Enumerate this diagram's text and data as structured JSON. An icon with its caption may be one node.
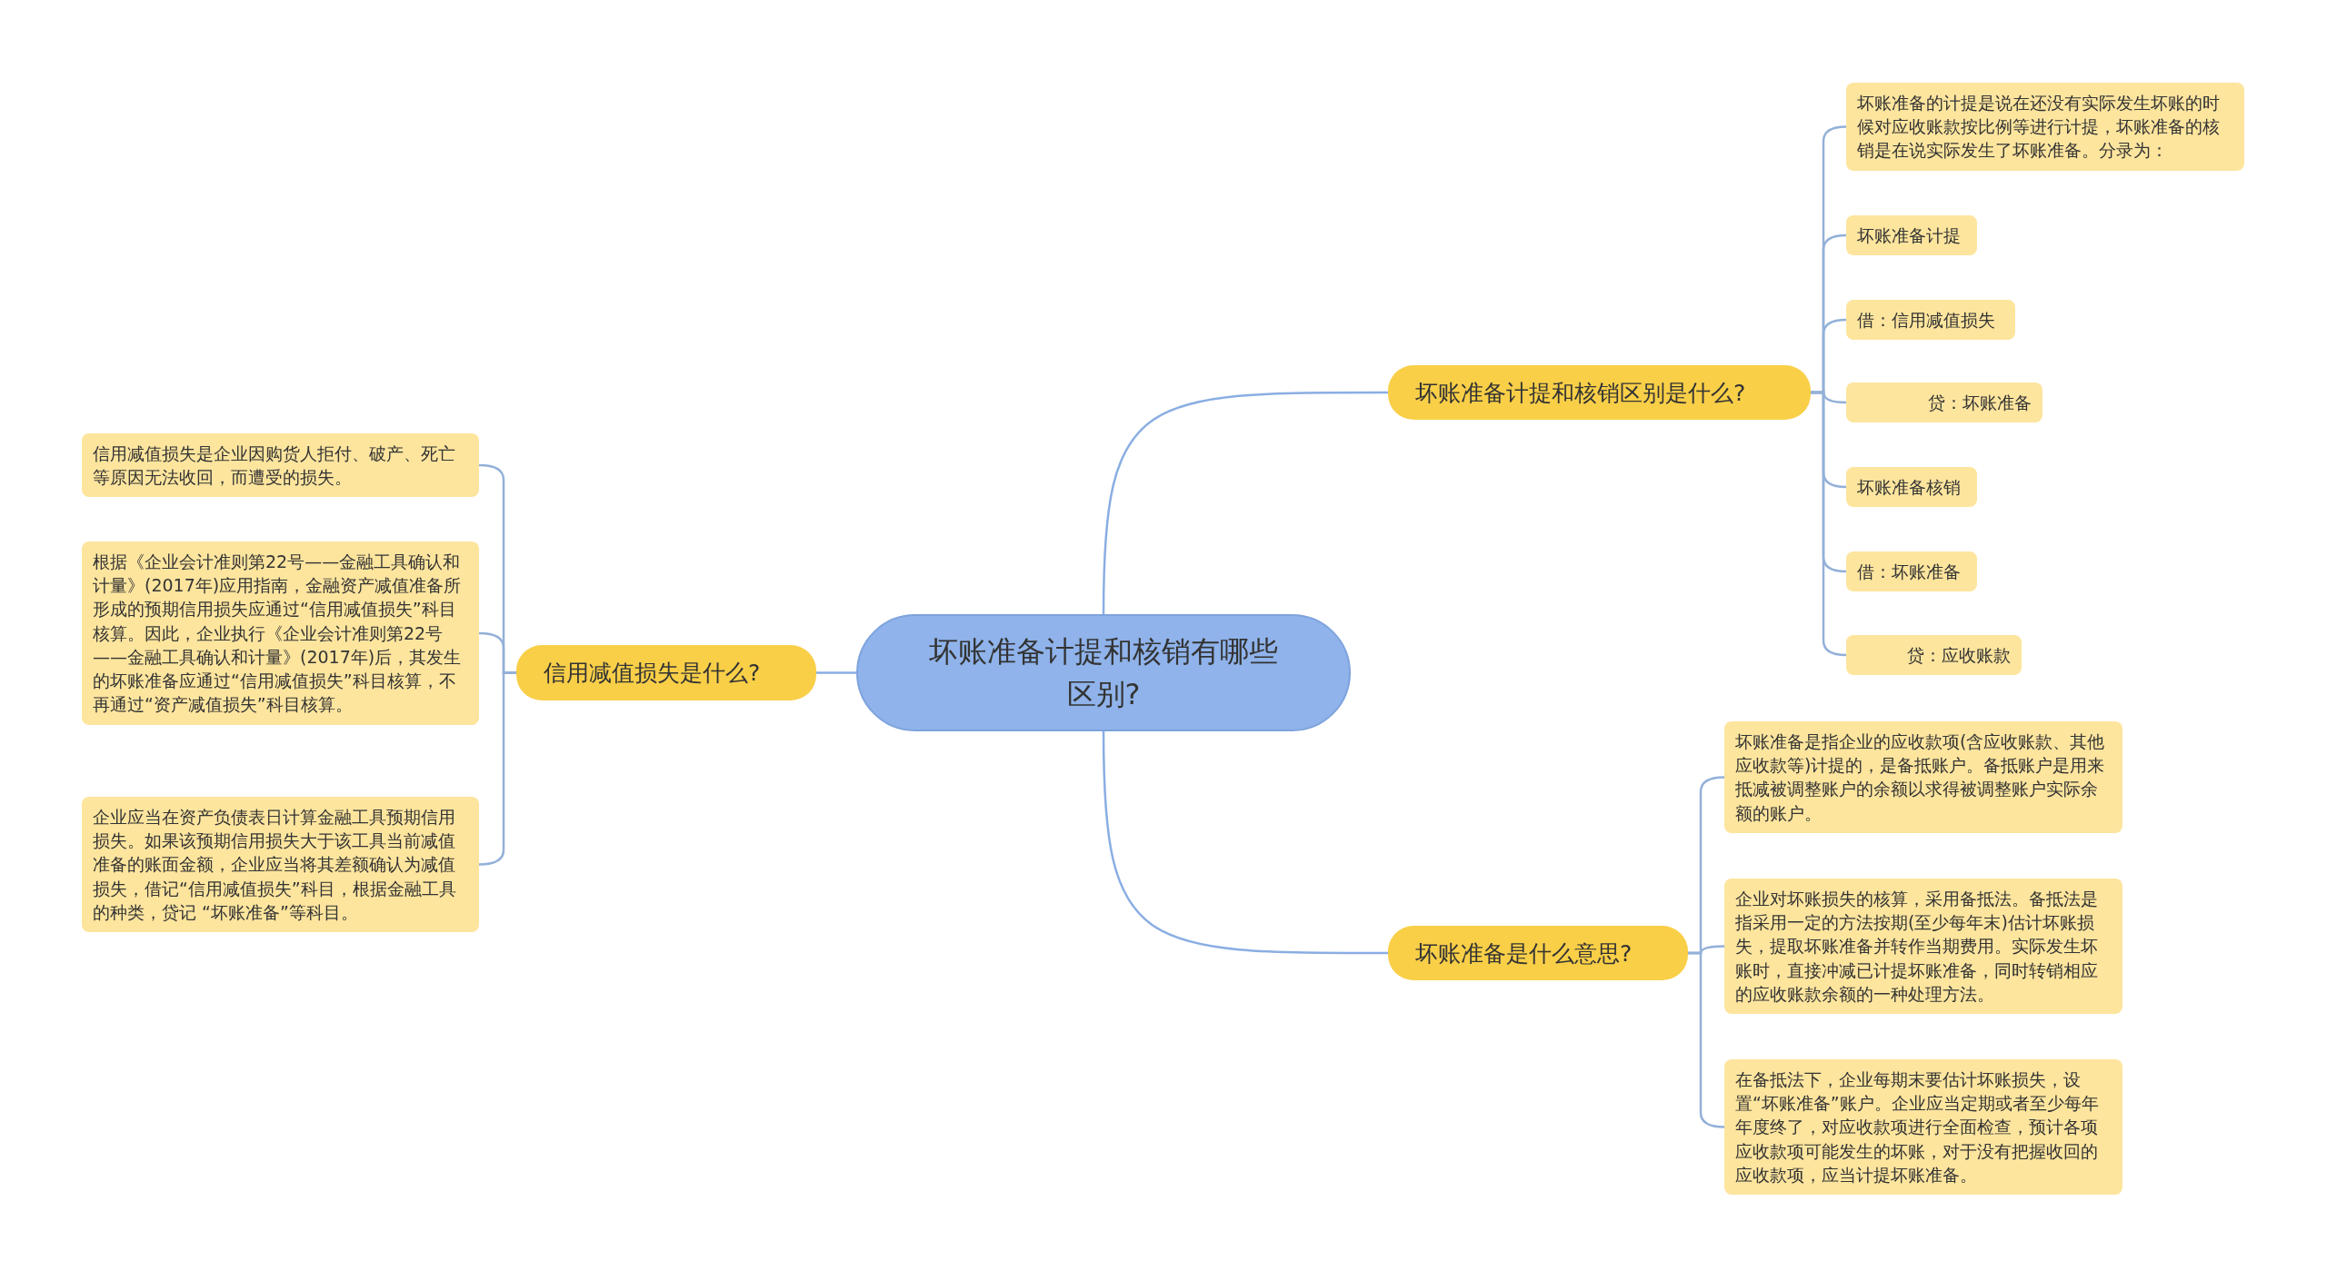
{
  "diagram": {
    "nodes": [
      {
        "text": [
          "坏账准备计提和核销有哪些区别?"
        ]
      },
      {
        "text": [
          "坏账准备计提和核销区别是什么?"
        ]
      },
      {
        "text": [
          "坏账准备的计提是说在还没有实际发生坏账的时候对应收账款按比例等进行计提，坏账准备的核销是在说实际发生了坏账准备。分录为："
        ]
      },
      {
        "text": [
          "坏账准备计提"
        ]
      },
      {
        "text": [
          "借：信用减值损失"
        ]
      },
      {
        "text": [
          "贷：坏账准备"
        ]
      },
      {
        "text": [
          "坏账准备核销"
        ]
      },
      {
        "text": [
          "借：坏账准备"
        ]
      },
      {
        "text": [
          "贷：应收账款"
        ]
      },
      {
        "text": [
          "坏账准备是什么意思?"
        ]
      },
      {
        "text": [
          "坏账准备是指企业的应收款项(含应收账款、其他应收款等)计提的，是备抵账户。备抵账户是用来抵减被调整账户的余额以求得被调整账户实际余额的账户。"
        ]
      },
      {
        "text": [
          "企业对坏账损失的核算，采用备抵法。备抵法是指采用一定的方法按期(至少每年末)估计坏账损失，提取坏账准备并转作当期费用。实际发生坏账时，直接冲减已计提坏账准备，同时转销相应的应收账款余额的一种处理方法。"
        ]
      },
      {
        "text": [
          "在备抵法下，企业每期末要估计坏账损失，设置“坏账准备”账户。企业应当定期或者至少每年年度终了，对应收款项进行全面检查，预计各项应收款项可能发生的坏账，对于没有把握收回的应收款项，应当计提坏账准备。"
        ]
      },
      {
        "text": [
          "信用减值损失是什么?"
        ]
      },
      {
        "text": [
          "信用减值损失是企业因购货人拒付、破产、死亡等原因无法收回，而遭受的损失。"
        ]
      },
      {
        "text": [
          "根据《企业会计准则第22号——金融工具确认和计量》(2017年)应用指南，金融资产减值准备所形成的预期信用损失应通过“信用减值损失”科目核算。因此，企业执行《企业会计准则第22号——金融工具确认和计量》(2017年)后，其发生的坏账准备应通过“信用减值损失”科目核算，不再通过“资产减值损失”科目核算。"
        ]
      },
      {
        "text": [
          "企业应当在资产负债表日计算金融工具预期信用损失。如果该预期信用损失大于该工具当前减值准备的账面金额，企业应当将其差额确认为减值损失，借记“信用减值损失”科目，根据金融工具的种类，贷记 “坏账准备”等科目。"
        ]
      }
    ],
    "edges": [
      {
        "from": 0,
        "to": 1,
        "arrow": "none"
      },
      {
        "from": 1,
        "to": 2,
        "arrow": "none"
      },
      {
        "from": 1,
        "to": 3,
        "arrow": "none"
      },
      {
        "from": 1,
        "to": 4,
        "arrow": "none"
      },
      {
        "from": 1,
        "to": 5,
        "arrow": "none"
      },
      {
        "from": 1,
        "to": 6,
        "arrow": "none"
      },
      {
        "from": 1,
        "to": 7,
        "arrow": "none"
      },
      {
        "from": 1,
        "to": 8,
        "arrow": "none"
      },
      {
        "from": 0,
        "to": 9,
        "arrow": "none"
      },
      {
        "from": 9,
        "to": 10,
        "arrow": "none"
      },
      {
        "from": 9,
        "to": 11,
        "arrow": "none"
      },
      {
        "from": 9,
        "to": 12,
        "arrow": "none"
      },
      {
        "from": 0,
        "to": 13,
        "arrow": "none"
      },
      {
        "from": 13,
        "to": 14,
        "arrow": "none"
      },
      {
        "from": 13,
        "to": 15,
        "arrow": "none"
      },
      {
        "from": 13,
        "to": 16,
        "arrow": "none"
      }
    ]
  }
}
